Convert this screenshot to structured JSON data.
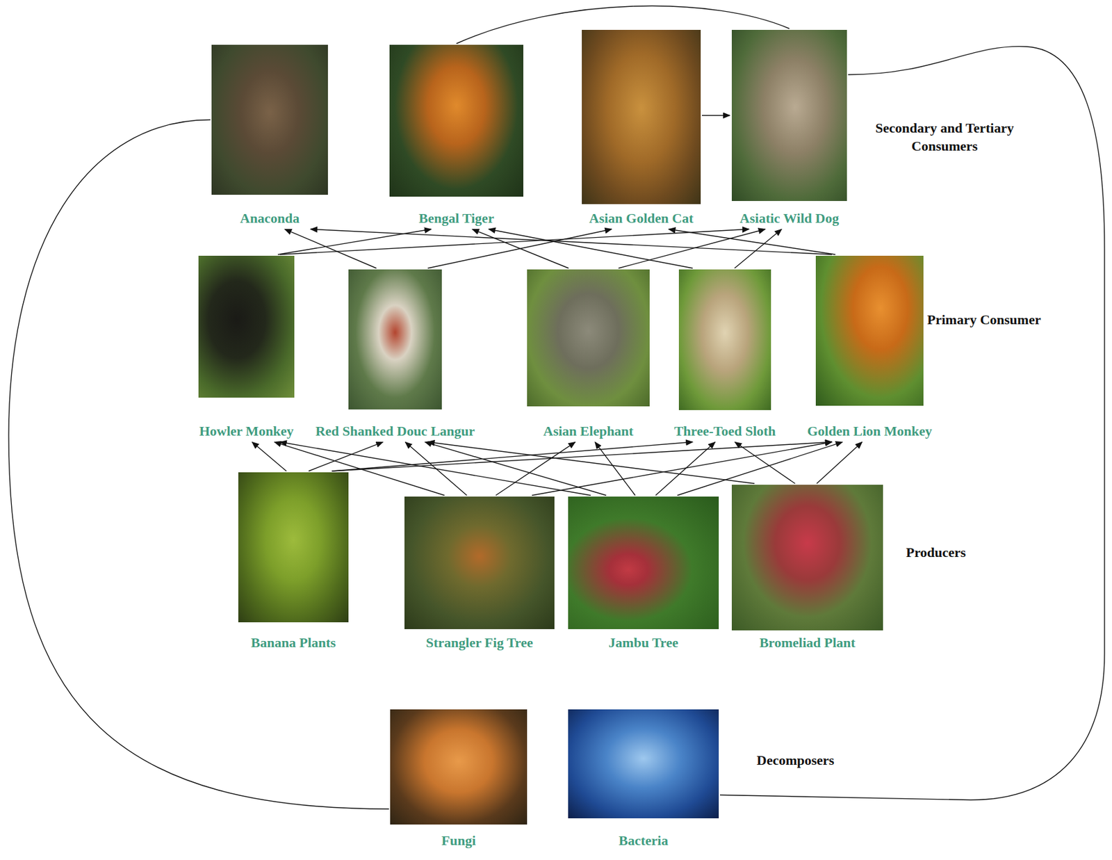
{
  "diagram": {
    "nodes": [
      {
        "text": [
          "Anaconda"
        ]
      },
      {
        "text": [
          "Bengal Tiger"
        ]
      },
      {
        "text": [
          "Asian Golden Cat"
        ]
      },
      {
        "text": [
          "Asiatic Wild Dog"
        ]
      },
      {
        "text": [
          "Howler Monkey"
        ]
      },
      {
        "text": [
          "Red Shanked Douc Langur"
        ]
      },
      {
        "text": [
          "Asian Elephant"
        ]
      },
      {
        "text": [
          "Three-Toed Sloth"
        ]
      },
      {
        "text": [
          "Golden Lion Monkey"
        ]
      },
      {
        "text": [
          "Banana Plants"
        ]
      },
      {
        "text": [
          "Strangler Fig Tree"
        ]
      },
      {
        "text": [
          "Jambu Tree"
        ]
      },
      {
        "text": [
          "Bromeliad Plant"
        ]
      },
      {
        "text": [
          "Fungi"
        ]
      },
      {
        "text": [
          "Bacteria"
        ]
      }
    ],
    "edges": [
      {
        "from": 4,
        "to": 1,
        "arrow": "to"
      },
      {
        "from": 4,
        "to": 3,
        "arrow": "to"
      },
      {
        "from": 5,
        "to": 0,
        "arrow": "to"
      },
      {
        "from": 5,
        "to": 2,
        "arrow": "to"
      },
      {
        "from": 6,
        "to": 1,
        "arrow": "to"
      },
      {
        "from": 6,
        "to": 3,
        "arrow": "to"
      },
      {
        "from": 7,
        "to": 1,
        "arrow": "to"
      },
      {
        "from": 7,
        "to": 3,
        "arrow": "to"
      },
      {
        "from": 8,
        "to": 0,
        "arrow": "to"
      },
      {
        "from": 8,
        "to": 2,
        "arrow": "to"
      },
      {
        "from": 2,
        "to": 3,
        "arrow": "to"
      },
      {
        "from": 1,
        "to": 3,
        "arrow": "none"
      },
      {
        "from": 0,
        "to": 13,
        "arrow": "none"
      },
      {
        "from": 3,
        "to": 14,
        "arrow": "none"
      },
      {
        "from": 9,
        "to": 4,
        "arrow": "to"
      },
      {
        "from": 9,
        "to": 5,
        "arrow": "to"
      },
      {
        "from": 9,
        "to": 7,
        "arrow": "to"
      },
      {
        "from": 9,
        "to": 8,
        "arrow": "to"
      },
      {
        "from": 10,
        "to": 4,
        "arrow": "to"
      },
      {
        "from": 10,
        "to": 5,
        "arrow": "to"
      },
      {
        "from": 10,
        "to": 6,
        "arrow": "to"
      },
      {
        "from": 10,
        "to": 8,
        "arrow": "to"
      },
      {
        "from": 11,
        "to": 4,
        "arrow": "to"
      },
      {
        "from": 11,
        "to": 5,
        "arrow": "to"
      },
      {
        "from": 11,
        "to": 6,
        "arrow": "to"
      },
      {
        "from": 11,
        "to": 7,
        "arrow": "to"
      },
      {
        "from": 11,
        "to": 8,
        "arrow": "to"
      },
      {
        "from": 12,
        "to": 5,
        "arrow": "to"
      },
      {
        "from": 12,
        "to": 7,
        "arrow": "to"
      },
      {
        "from": 12,
        "to": 8,
        "arrow": "to"
      }
    ],
    "labels": [
      "Secondary and Tertiary Consumers",
      "Primary Consumer",
      "Producers",
      "Decomposers"
    ]
  }
}
